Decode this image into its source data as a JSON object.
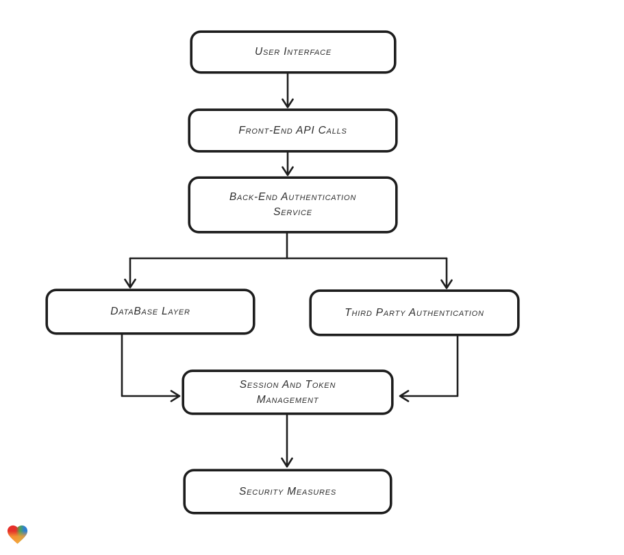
{
  "diagram": {
    "type": "flowchart",
    "background": "#ffffff",
    "nodes": [
      {
        "id": "user-interface",
        "label": "User Interface"
      },
      {
        "id": "front-end-api-calls",
        "label": "Front-End API Calls"
      },
      {
        "id": "back-end-authentication-service",
        "label": "Back-End Authentication\nService"
      },
      {
        "id": "database-layer",
        "label": "DataBase Layer"
      },
      {
        "id": "third-party-authentication",
        "label": "Third Party Authentication"
      },
      {
        "id": "session-and-token-management",
        "label": "Session And Token\nManagement"
      },
      {
        "id": "security-measures",
        "label": "Security Measures"
      }
    ],
    "edges": [
      {
        "from": "user-interface",
        "to": "front-end-api-calls"
      },
      {
        "from": "front-end-api-calls",
        "to": "back-end-authentication-service"
      },
      {
        "from": "back-end-authentication-service",
        "to": "database-layer"
      },
      {
        "from": "back-end-authentication-service",
        "to": "third-party-authentication"
      },
      {
        "from": "database-layer",
        "to": "session-and-token-management"
      },
      {
        "from": "third-party-authentication",
        "to": "session-and-token-management"
      },
      {
        "from": "session-and-token-management",
        "to": "security-measures"
      }
    ],
    "style": {
      "node_fill": "#ffffff",
      "stroke_color": "#1d1d1d",
      "text_color": "#2b2b2b"
    }
  },
  "watermark": {
    "icon": "heart-gradient-logo",
    "colors": {
      "red": "#e6302a",
      "green": "#4fa44f",
      "blue": "#2e7fd1",
      "orange": "#f59f35"
    }
  }
}
